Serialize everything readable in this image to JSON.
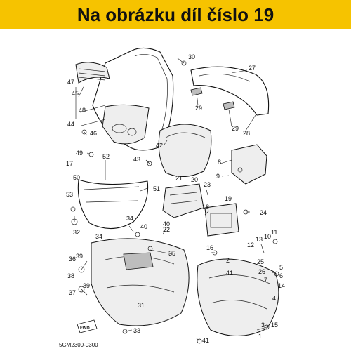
{
  "banner": {
    "title": "Na obrázku díl číslo 19",
    "color": "#f6c300"
  },
  "diagram": {
    "code": "5GM2300-0300",
    "fwd_tag": "FWD",
    "callouts": [
      {
        "id": "c30",
        "text": "30"
      },
      {
        "id": "c27",
        "text": "27"
      },
      {
        "id": "c47",
        "text": "47"
      },
      {
        "id": "c45",
        "text": "45"
      },
      {
        "id": "c48",
        "text": "48"
      },
      {
        "id": "c44",
        "text": "44"
      },
      {
        "id": "c46",
        "text": "46"
      },
      {
        "id": "c29a",
        "text": "29"
      },
      {
        "id": "c29b",
        "text": "29"
      },
      {
        "id": "c28",
        "text": "28"
      },
      {
        "id": "c42",
        "text": "42"
      },
      {
        "id": "c49",
        "text": "49"
      },
      {
        "id": "c52",
        "text": "52"
      },
      {
        "id": "c17",
        "text": "17"
      },
      {
        "id": "c43",
        "text": "43"
      },
      {
        "id": "c8",
        "text": "8"
      },
      {
        "id": "c9",
        "text": "9"
      },
      {
        "id": "c50",
        "text": "50"
      },
      {
        "id": "c21",
        "text": "21"
      },
      {
        "id": "c20",
        "text": "20"
      },
      {
        "id": "c23",
        "text": "23"
      },
      {
        "id": "c51",
        "text": "51"
      },
      {
        "id": "c53",
        "text": "53"
      },
      {
        "id": "c18",
        "text": "18"
      },
      {
        "id": "c19",
        "text": "19"
      },
      {
        "id": "c24",
        "text": "24"
      },
      {
        "id": "c32",
        "text": "32"
      },
      {
        "id": "c34",
        "text": "34"
      },
      {
        "id": "c40a",
        "text": "40"
      },
      {
        "id": "c40b",
        "text": "40"
      },
      {
        "id": "c22",
        "text": "22"
      },
      {
        "id": "c10",
        "text": "10"
      },
      {
        "id": "c11",
        "text": "11"
      },
      {
        "id": "c12",
        "text": "12"
      },
      {
        "id": "c13",
        "text": "13"
      },
      {
        "id": "c34b",
        "text": "34"
      },
      {
        "id": "c35",
        "text": "35"
      },
      {
        "id": "c16",
        "text": "16"
      },
      {
        "id": "c2",
        "text": "2"
      },
      {
        "id": "c25",
        "text": "25"
      },
      {
        "id": "c36",
        "text": "36"
      },
      {
        "id": "c39a",
        "text": "39"
      },
      {
        "id": "c26",
        "text": "26"
      },
      {
        "id": "c5",
        "text": "5"
      },
      {
        "id": "c41",
        "text": "41"
      },
      {
        "id": "c6",
        "text": "6"
      },
      {
        "id": "c7",
        "text": "7"
      },
      {
        "id": "c14",
        "text": "14"
      },
      {
        "id": "c38",
        "text": "38"
      },
      {
        "id": "c4",
        "text": "4"
      },
      {
        "id": "c37",
        "text": "37"
      },
      {
        "id": "c39b",
        "text": "39"
      },
      {
        "id": "c31",
        "text": "31"
      },
      {
        "id": "c3",
        "text": "3"
      },
      {
        "id": "c15",
        "text": "15"
      },
      {
        "id": "c1",
        "text": "1"
      },
      {
        "id": "c33",
        "text": "33"
      },
      {
        "id": "c41b",
        "text": "41"
      }
    ]
  }
}
